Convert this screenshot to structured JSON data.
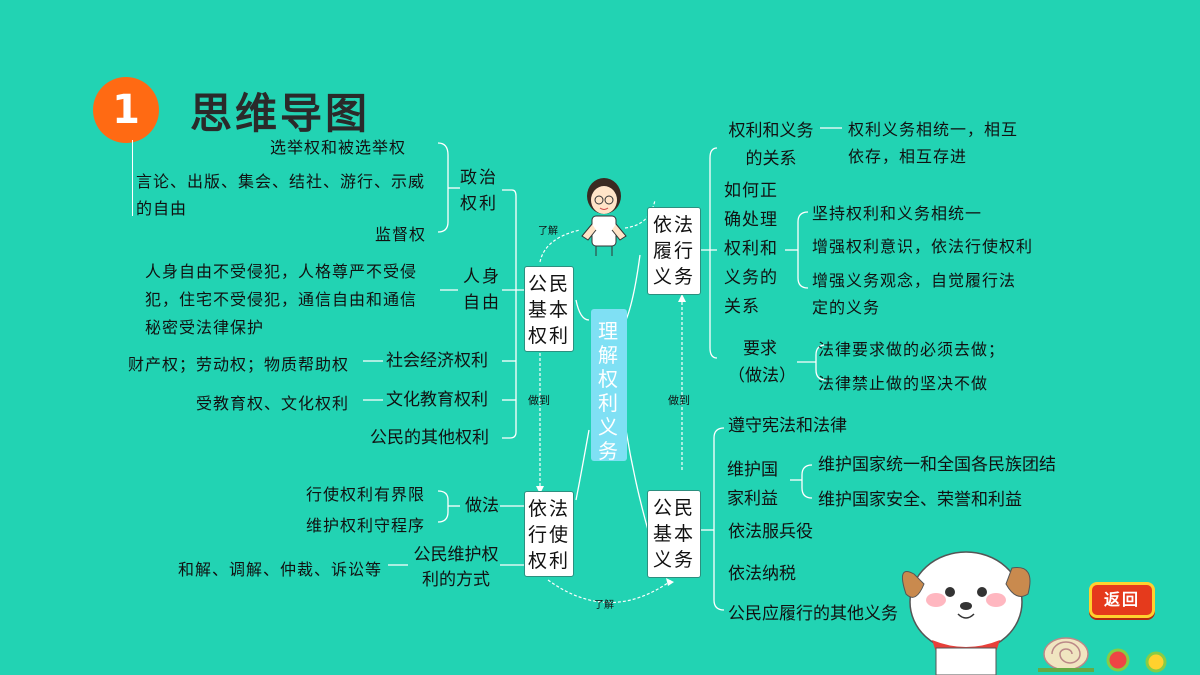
{
  "header": {
    "number": "1",
    "title": "思维导图"
  },
  "center": "理解权利义务",
  "nodes": {
    "rights": "公民基本权利",
    "exercise": "依法行使权利",
    "fulfill": "依法履行义务",
    "duties": "公民基本义务"
  },
  "rights_branch": {
    "political": "政治权利",
    "political_items": [
      "选举权和被选举权",
      "言论、出版、集会、结社、游行、示威的自由",
      "监督权"
    ],
    "personal": "人身自由",
    "personal_items": [
      "人身自由不受侵犯，人格尊严不受侵",
      "犯，住宅不受侵犯，通信自由和通信",
      "秘密受法律保护"
    ],
    "social": "社会经济权利",
    "social_items": "财产权；劳动权；物质帮助权",
    "culture": "文化教育权利",
    "culture_items": "受教育权、文化权利",
    "other": "公民的其他权利"
  },
  "exercise_branch": {
    "method": "做法",
    "method_items": [
      "行使权利有界限",
      "维护权利守程序"
    ],
    "ways": "公民维护权利的方式",
    "ways_items": "和解、调解、仲裁、诉讼等"
  },
  "fulfill_branch": {
    "relation": "权利和义务的关系",
    "relation_items": [
      "权利义务相统一，相互",
      "依存，相互存进"
    ],
    "handle": "如何正确处理权利和义务的关系",
    "handle_items": [
      "坚持权利和义务相统一",
      "增强权利意识，依法行使权利",
      "增强义务观念，自觉履行法",
      "定的义务"
    ],
    "require": "要求（做法）",
    "require_items": [
      "法律要求做的必须去做；",
      "法律禁止做的坚决不做"
    ]
  },
  "duties_branch": {
    "constitution": "遵守宪法和法律",
    "national": "维护国家利益",
    "national_items": [
      "维护国家统一和全国各民族团结",
      "维护国家安全、荣誉和利益"
    ],
    "military": "依法服兵役",
    "tax": "依法纳税",
    "other": "公民应履行的其他义务"
  },
  "arrows": {
    "understand": "了解",
    "do": "做到"
  },
  "back_button": "返回",
  "colors": {
    "background": "#22d3b3",
    "badge": "#ff6a13",
    "center": "#7fe0f4",
    "back": "#e53a1c"
  }
}
